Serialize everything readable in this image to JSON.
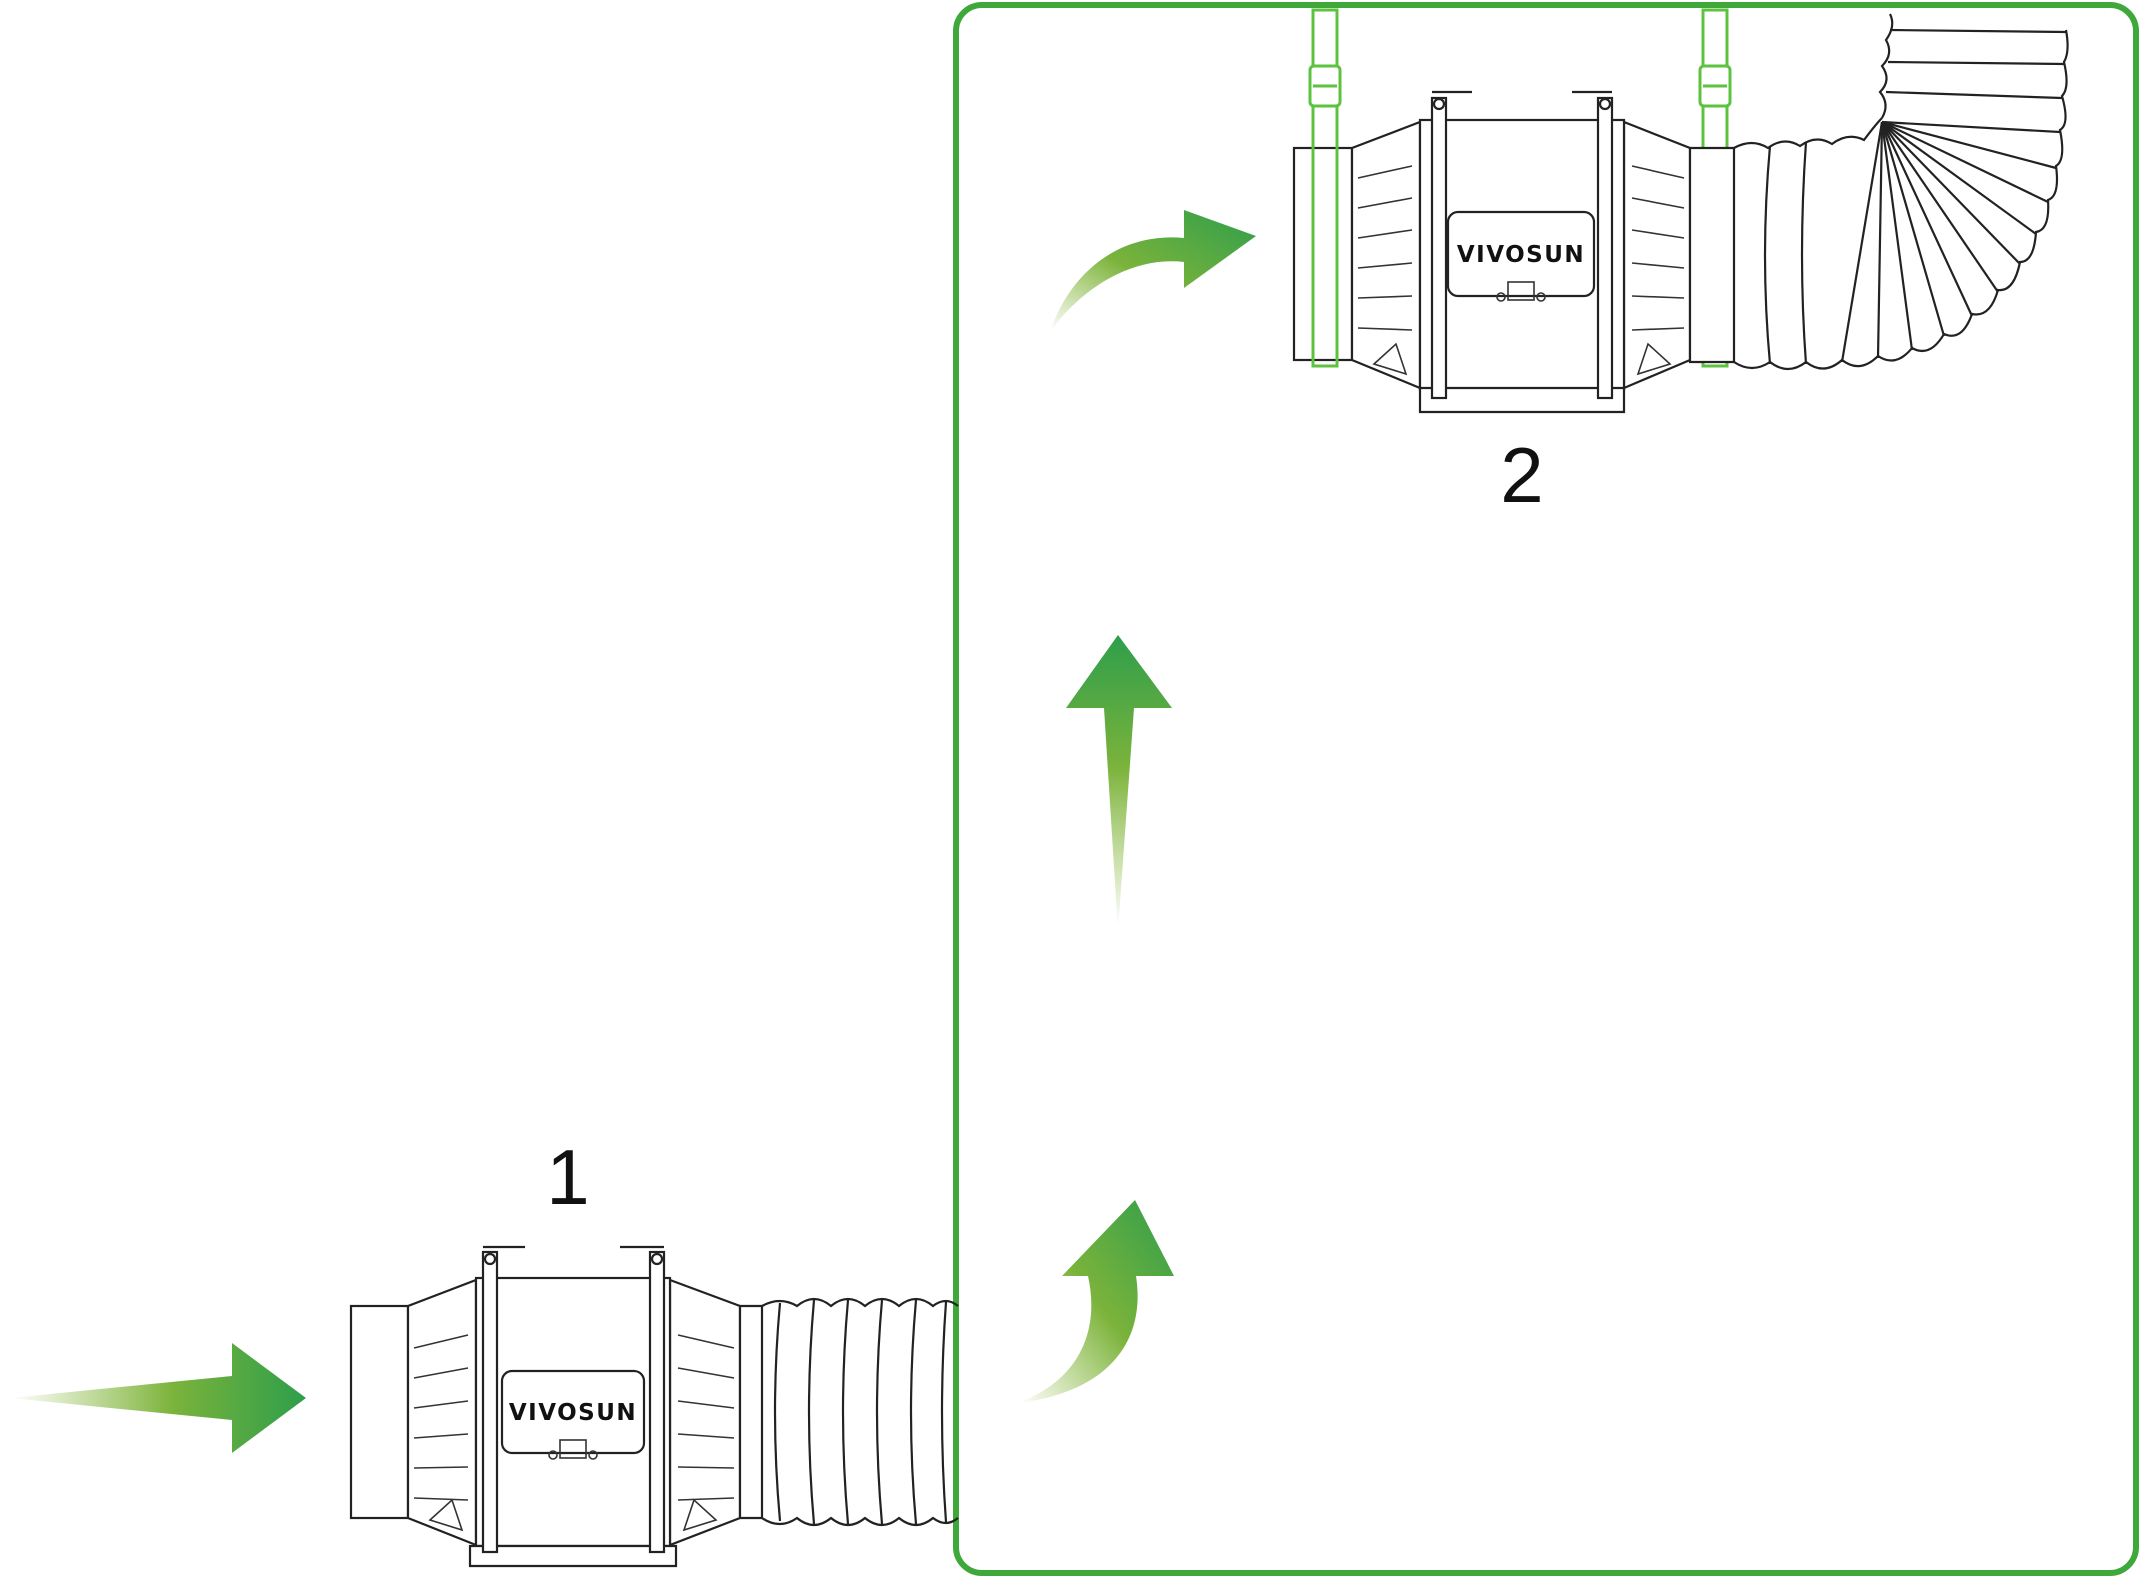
{
  "steps": [
    {
      "label": "1",
      "brand": "VIVOSUN"
    },
    {
      "label": "2",
      "brand": "VIVOSUN"
    }
  ],
  "colors": {
    "arrow_green": "#2e9e4b",
    "arrow_fade": "#8ab83a",
    "frame_green": "#3fa83a",
    "strap_green": "#5cc23f"
  },
  "icons": [
    "airflow-arrow",
    "inline-duct-fan",
    "flexible-duct-hose",
    "hanging-strap"
  ]
}
